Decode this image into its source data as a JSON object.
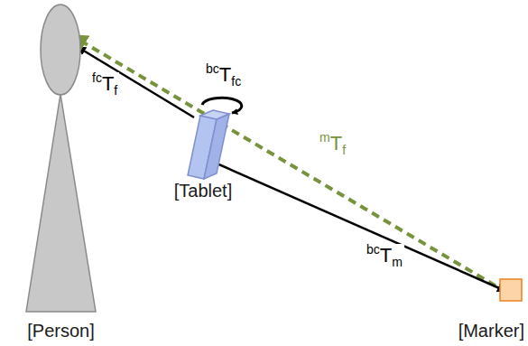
{
  "diagram": {
    "nodes": [
      {
        "text": [
          "[Person]"
        ]
      },
      {
        "text": [
          "[Tablet]"
        ]
      },
      {
        "text": [
          "[Marker]"
        ]
      }
    ],
    "edges": [
      {
        "from": 1,
        "to": 0,
        "arrow": "to",
        "label": "fcTf"
      },
      {
        "from": 2,
        "to": 0,
        "arrow": "to",
        "label": "mTf"
      },
      {
        "from": 1,
        "to": 2,
        "arrow": "to",
        "label": "bcTm"
      }
    ],
    "labels": [
      "bcTfc"
    ]
  }
}
